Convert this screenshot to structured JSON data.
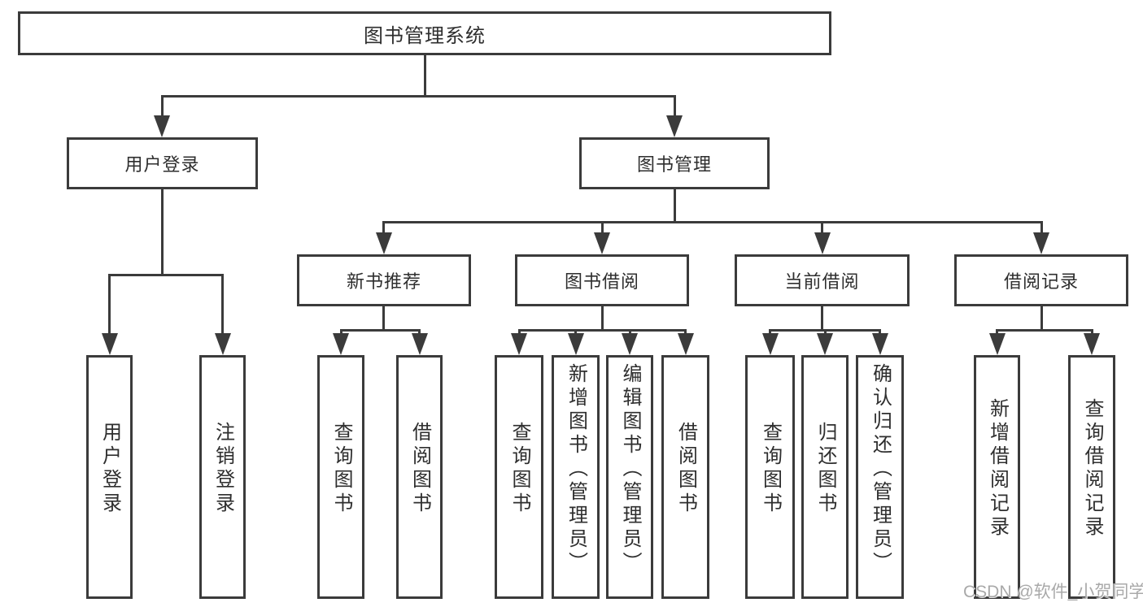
{
  "nodes": {
    "root": {
      "label": "图书管理系统"
    },
    "level2": [
      {
        "label": "用户登录"
      },
      {
        "label": "图书管理"
      }
    ],
    "level3": [
      {
        "label": "新书推荐"
      },
      {
        "label": "图书借阅"
      },
      {
        "label": "当前借阅"
      },
      {
        "label": "借阅记录"
      }
    ],
    "leaves_user_login": [
      {
        "label": "用户登录"
      },
      {
        "label": "注销登录"
      }
    ],
    "leaves_new_book": [
      {
        "label": "查询图书"
      },
      {
        "label": "借阅图书"
      }
    ],
    "leaves_book_borrow": [
      {
        "label": "查询图书"
      },
      {
        "label": "新增图书（管理员）"
      },
      {
        "label": "编辑图书（管理员）"
      },
      {
        "label": "借阅图书"
      }
    ],
    "leaves_current_borrow": [
      {
        "label": "查询图书"
      },
      {
        "label": "归还图书"
      },
      {
        "label": "确认归还（管理员）"
      }
    ],
    "leaves_borrow_record": [
      {
        "label": "新增借阅记录"
      },
      {
        "label": "查询借阅记录"
      }
    ]
  },
  "watermark": {
    "text": "CSDN @软件_小贺同学",
    "color": "#a9a9a9"
  },
  "colors": {
    "line": "#3b3b3b",
    "box_border": "#3b3b3b",
    "text": "#2e2e2e",
    "background": "#ffffff"
  }
}
